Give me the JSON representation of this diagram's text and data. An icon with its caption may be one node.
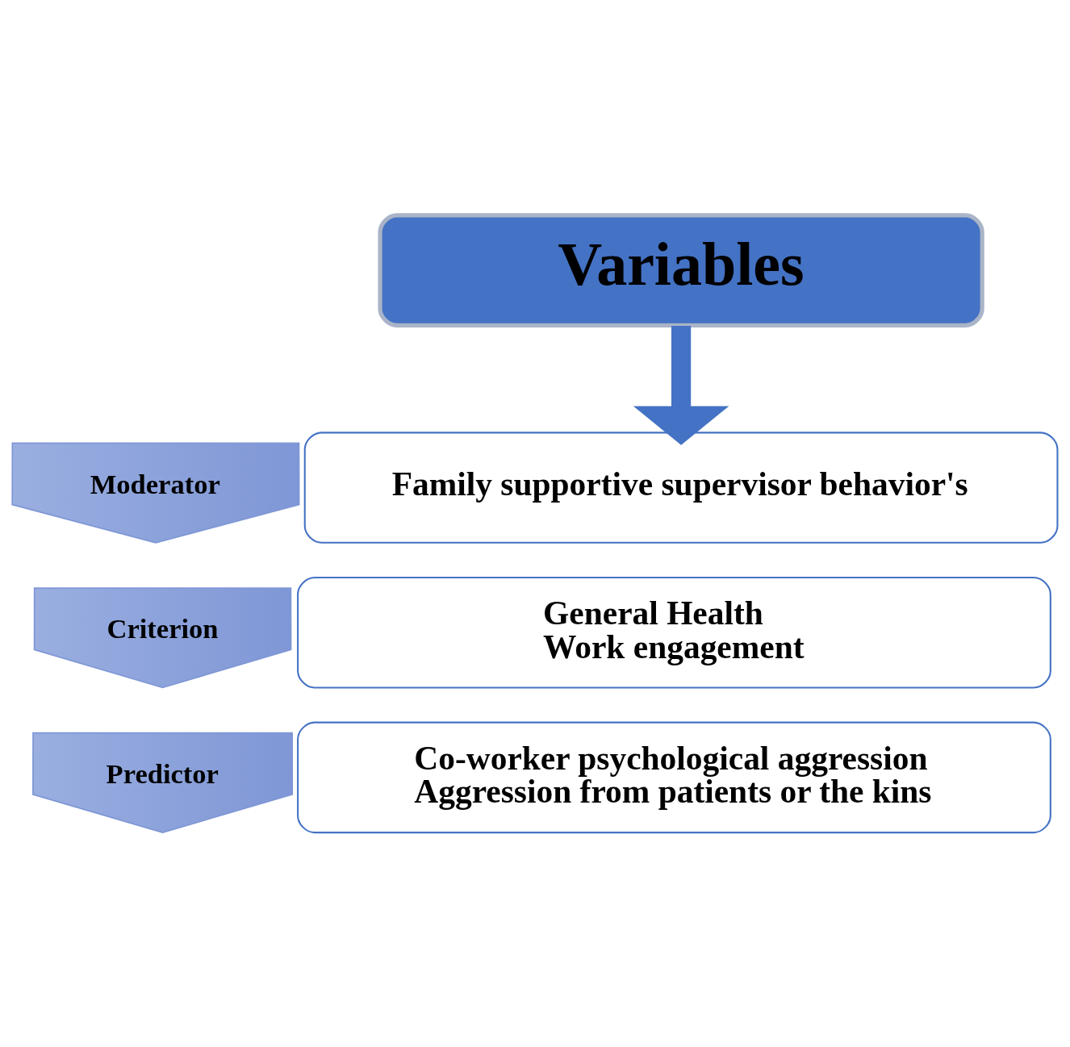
{
  "diagram": {
    "nodes": [
      {
        "text": [
          "Variables"
        ]
      },
      {
        "text": [
          "Moderator"
        ]
      },
      {
        "text": [
          "Family supportive supervisor behavior's"
        ]
      },
      {
        "text": [
          "Criterion"
        ]
      },
      {
        "text": [
          "General Health",
          "Work engagement"
        ]
      },
      {
        "text": [
          "Predictor"
        ]
      },
      {
        "text": [
          "Co-worker psychological aggression",
          "Aggression from patients or the kins"
        ]
      }
    ],
    "edges": [
      {
        "from": 0,
        "to": 2,
        "arrow": "to"
      }
    ]
  }
}
